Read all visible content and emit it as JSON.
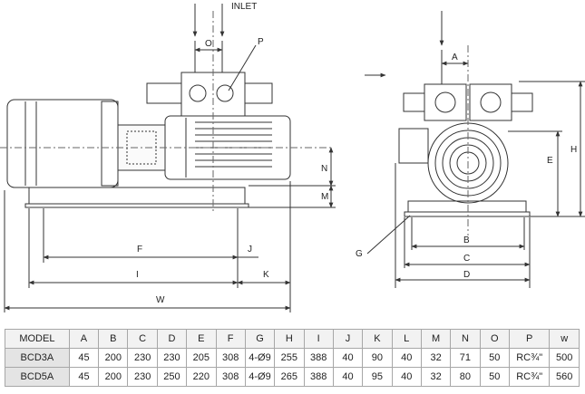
{
  "drawing": {
    "labels": {
      "inlet": "INLET",
      "O": "O",
      "P": "P",
      "A": "A",
      "N": "N",
      "M": "M",
      "F": "F",
      "J": "J",
      "I": "I",
      "K": "K",
      "W": "W",
      "E": "E",
      "H": "H",
      "B": "B",
      "C": "C",
      "D": "D",
      "G": "G"
    }
  },
  "table": {
    "headers": [
      "MODEL",
      "A",
      "B",
      "C",
      "D",
      "E",
      "F",
      "G",
      "H",
      "I",
      "J",
      "K",
      "L",
      "M",
      "N",
      "O",
      "P",
      "w"
    ],
    "rows": [
      [
        "BCD3A",
        "45",
        "200",
        "230",
        "230",
        "205",
        "308",
        "4-Ø9",
        "255",
        "388",
        "40",
        "90",
        "40",
        "32",
        "71",
        "50",
        "RC¾\"",
        "500"
      ],
      [
        "BCD5A",
        "45",
        "200",
        "230",
        "250",
        "220",
        "308",
        "4-Ø9",
        "265",
        "388",
        "40",
        "95",
        "40",
        "32",
        "80",
        "50",
        "RC¾\"",
        "560"
      ]
    ]
  }
}
